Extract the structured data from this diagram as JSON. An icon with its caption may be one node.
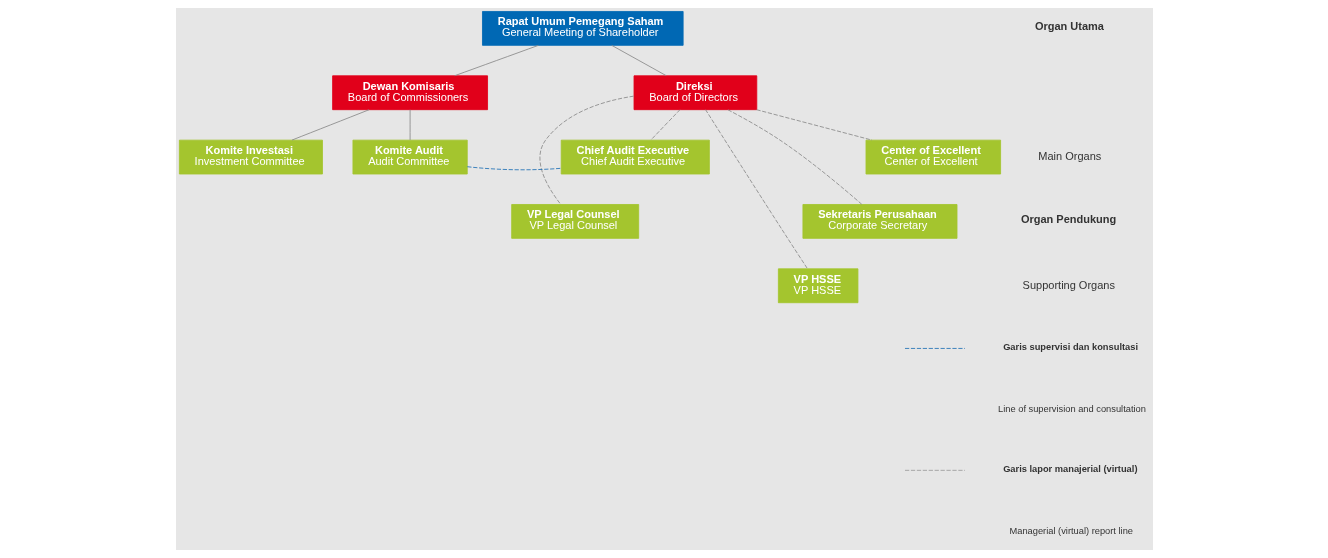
{
  "diagram": {
    "nodes": [
      {
        "text": [
          "Rapat Umum Pemegang Saham",
          "General Meeting of Shareholder"
        ]
      },
      {
        "text": [
          "Dewan Komisaris",
          "Board of Commissioners"
        ]
      },
      {
        "text": [
          "Direksi",
          "Board of Directors"
        ]
      },
      {
        "text": [
          "Komite Investasi",
          "Investment Committee"
        ]
      },
      {
        "text": [
          "Komite Audit",
          "Audit Committee"
        ]
      },
      {
        "text": [
          "Chief Audit Executive",
          "Chief Audit Executive"
        ]
      },
      {
        "text": [
          "Center of Excellent",
          "Center of Excellent"
        ]
      },
      {
        "text": [
          "VP Legal Counsel",
          "VP Legal Counsel"
        ]
      },
      {
        "text": [
          "Sekretaris Perusahaan",
          "Corporate Secretary"
        ]
      },
      {
        "text": [
          "VP HSSE",
          "VP HSSE"
        ]
      }
    ],
    "edges": [
      {
        "from": 0,
        "to": 1,
        "arrow": "none"
      },
      {
        "from": 0,
        "to": 2,
        "arrow": "none"
      },
      {
        "from": 1,
        "to": 3,
        "arrow": "none"
      },
      {
        "from": 1,
        "to": 4,
        "arrow": "none"
      },
      {
        "from": 4,
        "to": 5,
        "arrow": "none",
        "style": "dashed",
        "color": "#1f6fb4"
      },
      {
        "from": 2,
        "to": 5,
        "arrow": "none",
        "style": "dashed"
      },
      {
        "from": 2,
        "to": 6,
        "arrow": "none",
        "style": "dashed"
      },
      {
        "from": 2,
        "to": 7,
        "arrow": "none",
        "style": "dashed"
      },
      {
        "from": 2,
        "to": 8,
        "arrow": "none",
        "style": "dashed"
      },
      {
        "from": 2,
        "to": 9,
        "arrow": "none",
        "style": "dashed"
      }
    ],
    "labels": [
      "Organ Utama",
      "Main Organs",
      "Organ Pendukung",
      "Supporting Organs"
    ],
    "legend": [
      {
        "text": "Garis supervisi dan konsultasi"
      },
      {
        "text": "Line of supervision and consultation"
      },
      {
        "text": "Garis lapor manajerial (virtual)"
      },
      {
        "text": "Managerial (virtual) report line"
      }
    ]
  }
}
